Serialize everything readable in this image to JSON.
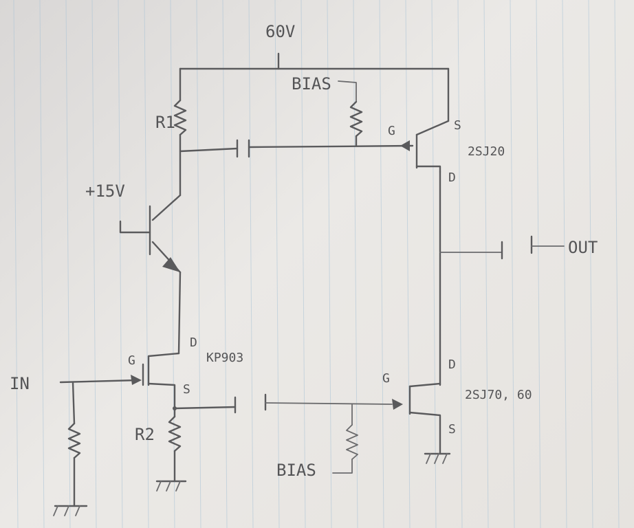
{
  "labels": {
    "supply": "60V",
    "bias_top": "BIAS",
    "bias_bottom": "BIAS",
    "r1": "R1",
    "r2": "R2",
    "plus15": "+15V",
    "input": "IN",
    "output": "OUT",
    "q_top": "2SJ20",
    "q_bottom": "2SJ70, 60",
    "q_input": "KP903",
    "g_top": "G",
    "s_top": "S",
    "d_top": "D",
    "g_bottom": "G",
    "d_bottom": "D",
    "s_bottom": "S",
    "g_input": "G",
    "d_input": "D",
    "s_input": "S"
  },
  "colors": {
    "pencil": "#5a5a5c",
    "paper": "#e6e3df",
    "rule_lines": "#a9c3d6"
  }
}
